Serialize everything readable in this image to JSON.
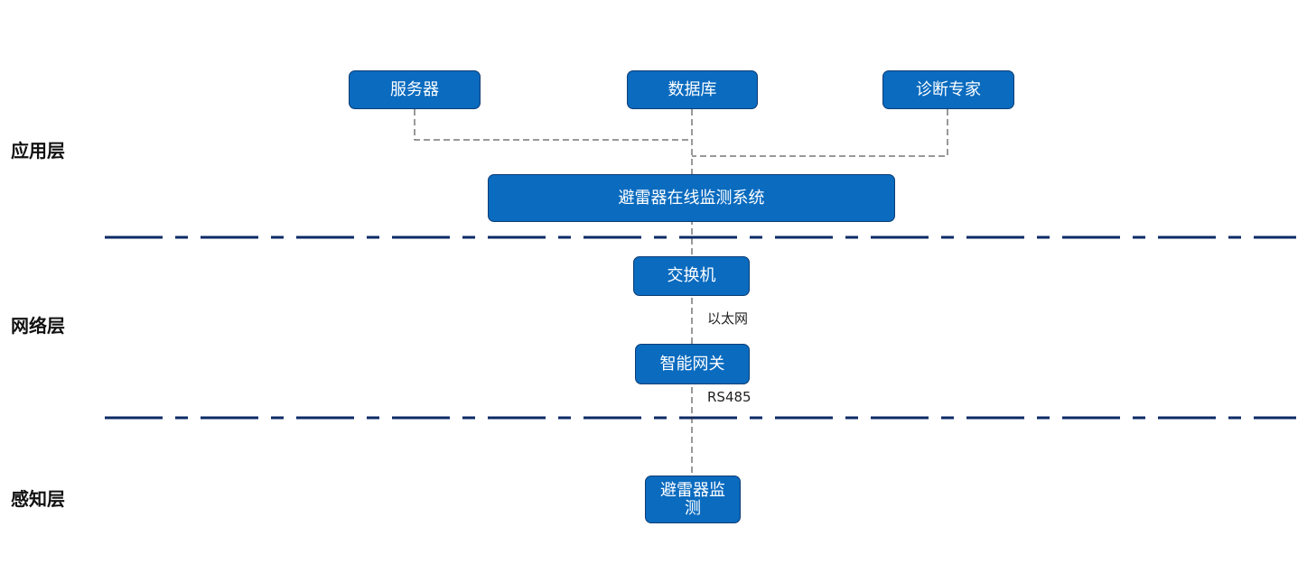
{
  "layers": {
    "application": "应用层",
    "network": "网络层",
    "perception": "感知层"
  },
  "nodes": {
    "server": "服务器",
    "database": "数据库",
    "diagnosis_expert": "诊断专家",
    "monitoring_system": "避雷器在线监测系统",
    "switch": "交换机",
    "smart_gateway": "智能网关",
    "arrester_monitor": "避雷器监测"
  },
  "edges": {
    "ethernet": "以太网",
    "rs485": "RS485"
  },
  "colors": {
    "node_fill": "#0a6bbf",
    "node_border": "#0d3c74",
    "divider": "#0b2a66",
    "connector": "#333333"
  }
}
